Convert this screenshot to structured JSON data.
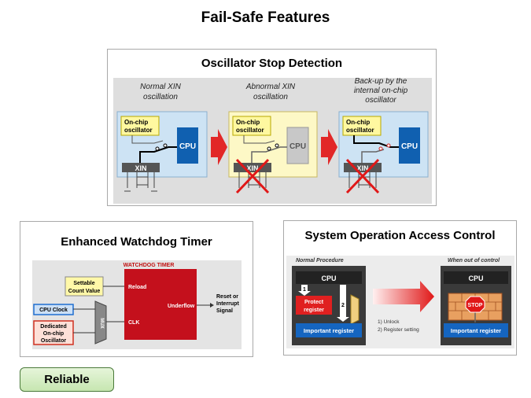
{
  "page": {
    "title": "Fail-Safe Features"
  },
  "osc": {
    "title": "Oscillator Stop Detection",
    "col1": [
      "Normal XIN",
      "oscillation"
    ],
    "col2": [
      "Abnormal XIN",
      "oscillation"
    ],
    "col3": [
      "Back-up by the",
      "internal on-chip",
      "oscillator"
    ],
    "onchip": [
      "On-chip",
      "oscillator"
    ],
    "cpu": "CPU",
    "xin": "XIN"
  },
  "wdt": {
    "title": "Enhanced Watchdog Timer",
    "header": "WATCHDOG TIMER",
    "settable": [
      "Settable",
      "Count Value"
    ],
    "cpu_clock": "CPU Clock",
    "dedicated": [
      "Dedicated",
      "On-chip",
      "Oscillator"
    ],
    "mux": "MUX",
    "reload": "Reload",
    "clk": "CLK",
    "underflow": "Underflow",
    "reset": [
      "Reset or",
      "Interrupt",
      "Signal"
    ]
  },
  "sys": {
    "title": "System Operation Access Control",
    "normal": "Normal Procedure",
    "out": "When out of control",
    "cpu": "CPU",
    "protect": [
      "Protect",
      "register"
    ],
    "important": "Important register",
    "step1": "1",
    "step2": "2",
    "notes": [
      "1) Unlock",
      "2) Register setting"
    ],
    "stop": "STOP"
  },
  "badge": {
    "label": "Reliable"
  }
}
